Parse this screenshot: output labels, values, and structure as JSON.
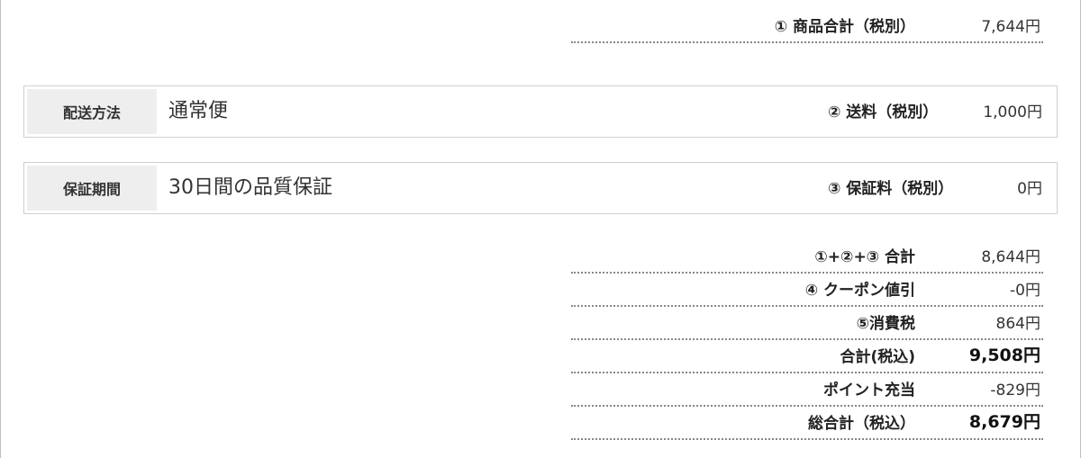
{
  "subtotal": {
    "label": "① 商品合計（税別）",
    "value": "7,644円"
  },
  "shipping": {
    "header": "配送方法",
    "value": "通常便",
    "fee_label": "② 送料（税別）",
    "fee_value": "1,000円"
  },
  "warranty": {
    "header": "保証期間",
    "value": "30日間の品質保証",
    "fee_label": "③ 保証料（税別）",
    "fee_value": "0円"
  },
  "summary": [
    {
      "label": "①+②+③ 合計",
      "value": "8,644円",
      "strong": false
    },
    {
      "label": "④ クーポン値引",
      "value": "-0円",
      "strong": false
    },
    {
      "label": "⑤消費税",
      "value": "864円",
      "strong": false
    },
    {
      "label": "合計(税込)",
      "value": "9,508円",
      "strong": true
    },
    {
      "label": "ポイント充当",
      "value": "-829円",
      "strong": false
    },
    {
      "label": "総合計（税込）",
      "value": "8,679円",
      "strong": true
    }
  ]
}
